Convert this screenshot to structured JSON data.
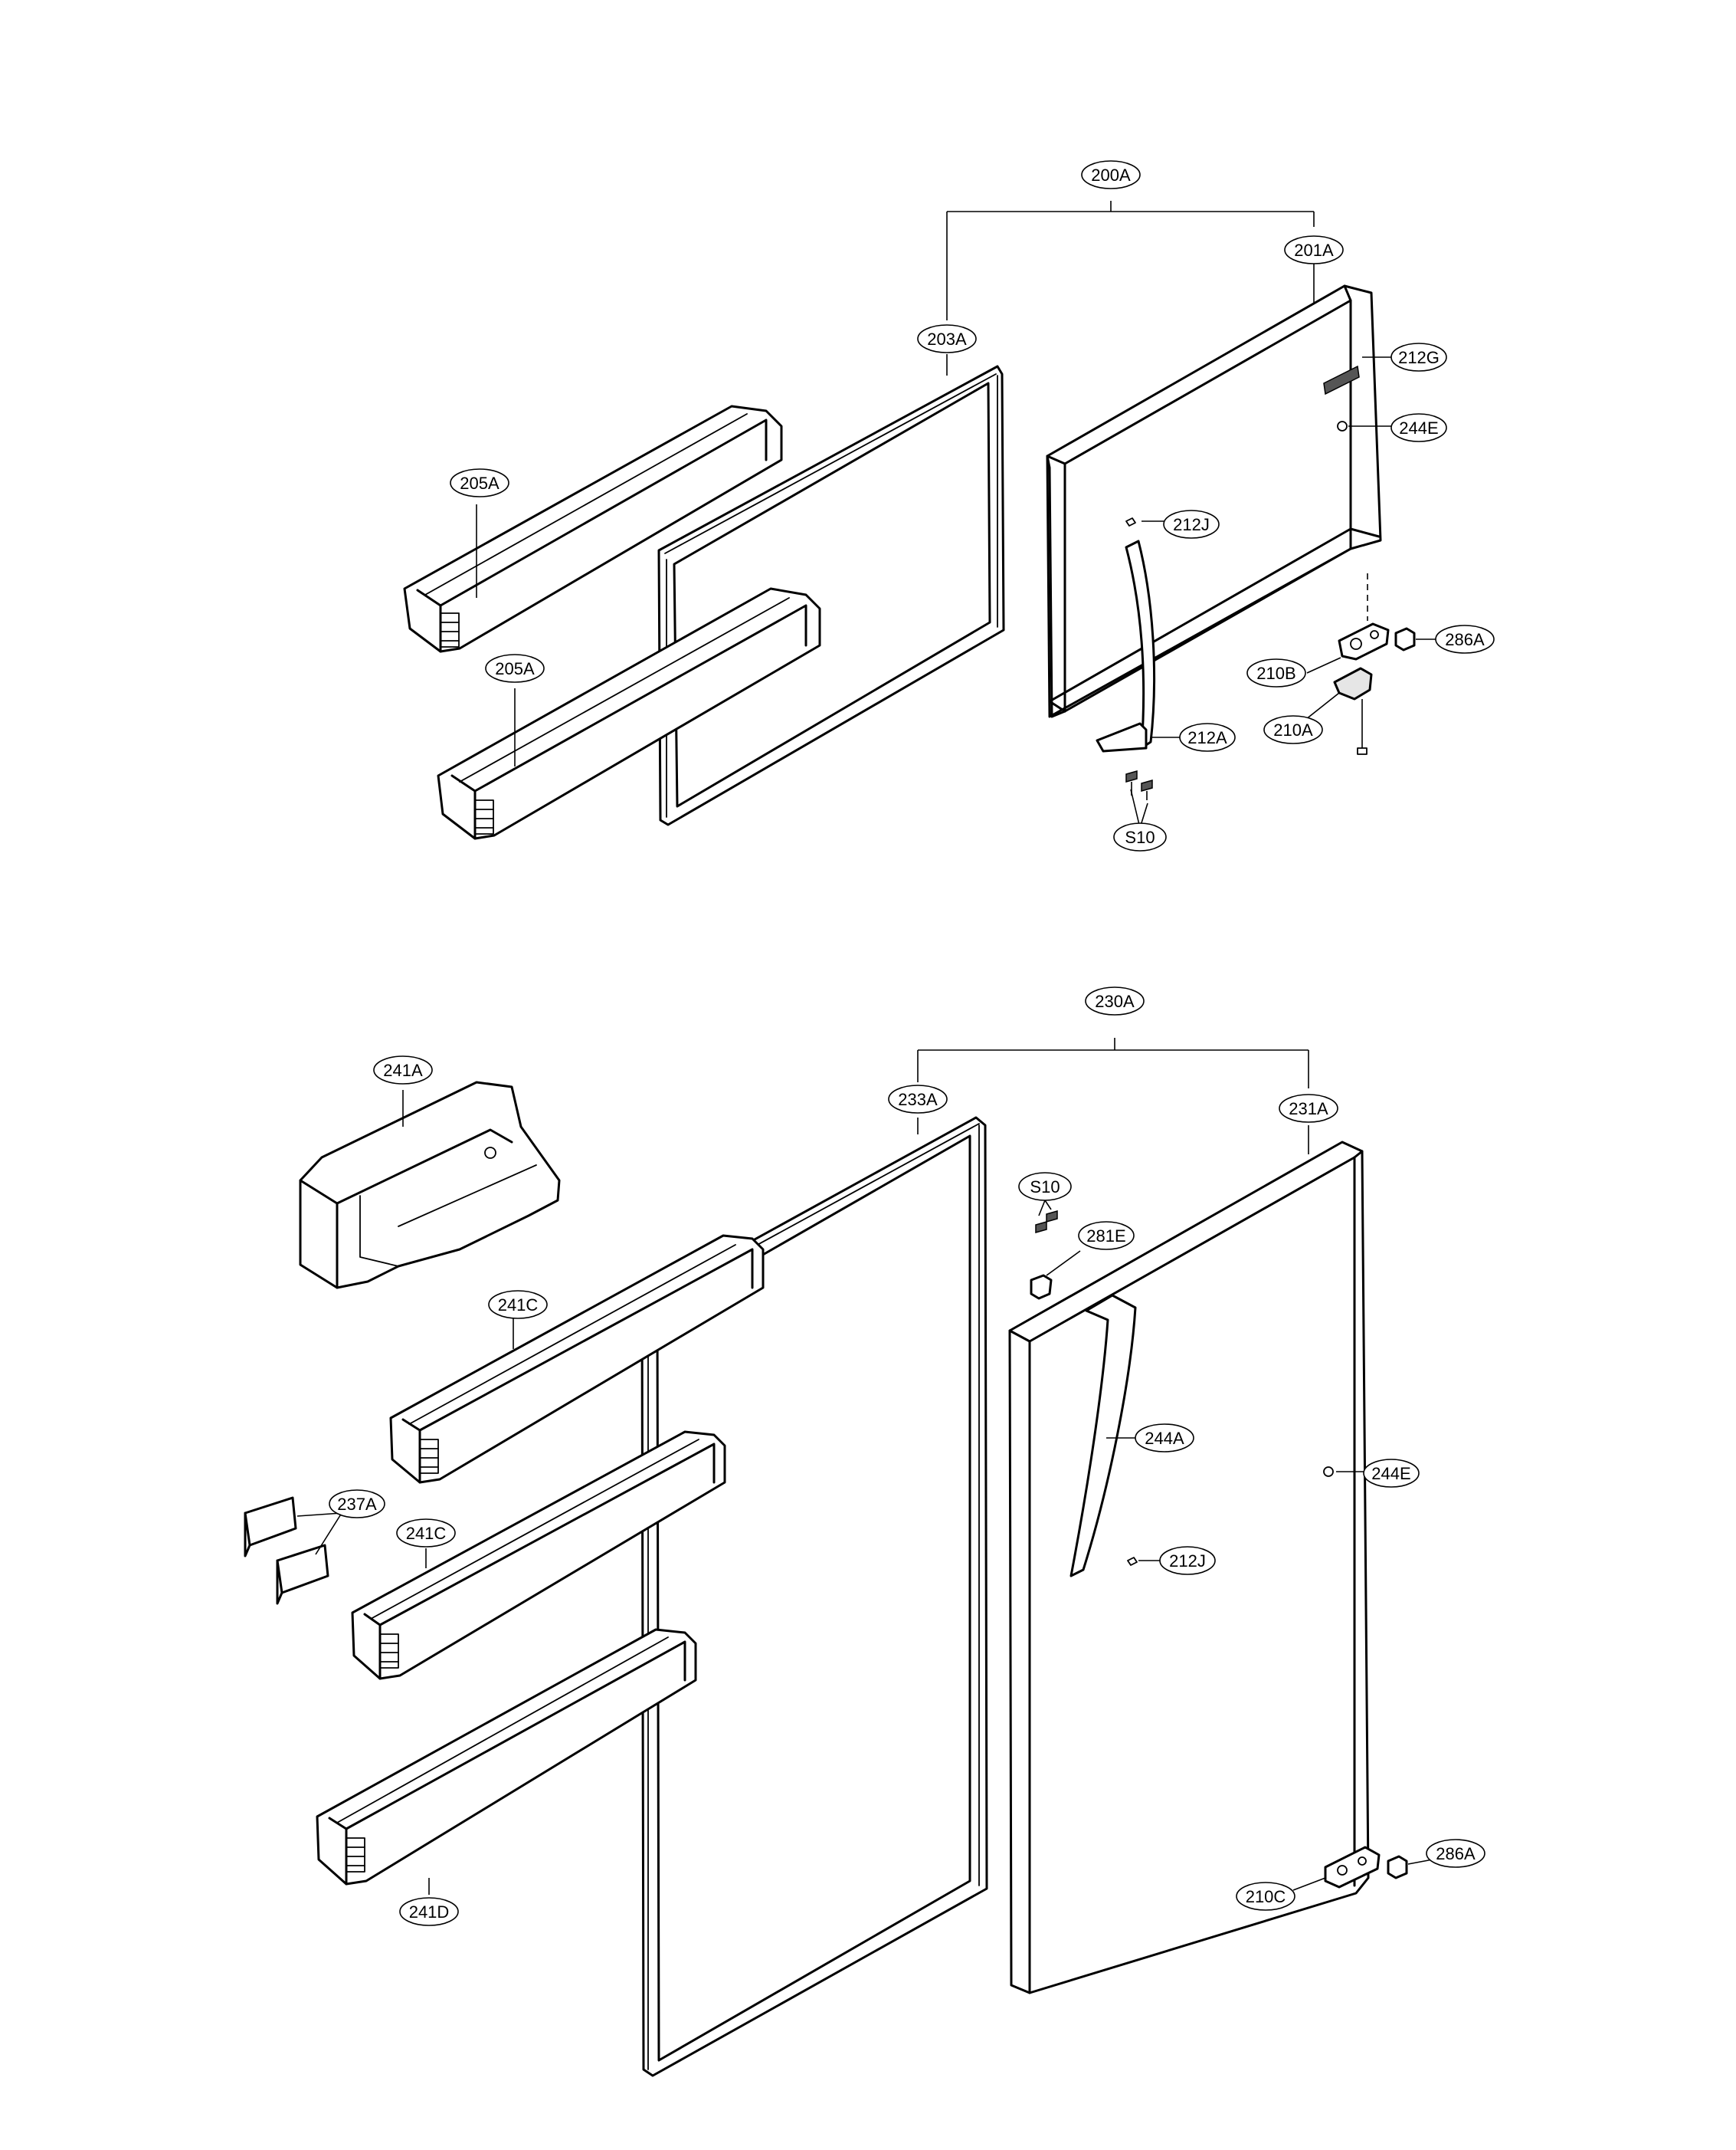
{
  "labels": {
    "l200A": "200A",
    "l201A": "201A",
    "l203A": "203A",
    "l212G": "212G",
    "l244E_top": "244E",
    "l205A_1": "205A",
    "l205A_2": "205A",
    "l212J_top": "212J",
    "l286A_top": "286A",
    "l210B": "210B",
    "l210A": "210A",
    "l212A": "212A",
    "lS10_top": "S10",
    "l230A": "230A",
    "l241A": "241A",
    "l233A": "233A",
    "l231A": "231A",
    "lS10_bot": "S10",
    "l281E": "281E",
    "l241C_1": "241C",
    "l244A": "244A",
    "l244E_bot": "244E",
    "l237A": "237A",
    "l241C_2": "241C",
    "l212J_bot": "212J",
    "l286A_bot": "286A",
    "l210C": "210C",
    "l241D": "241D"
  }
}
